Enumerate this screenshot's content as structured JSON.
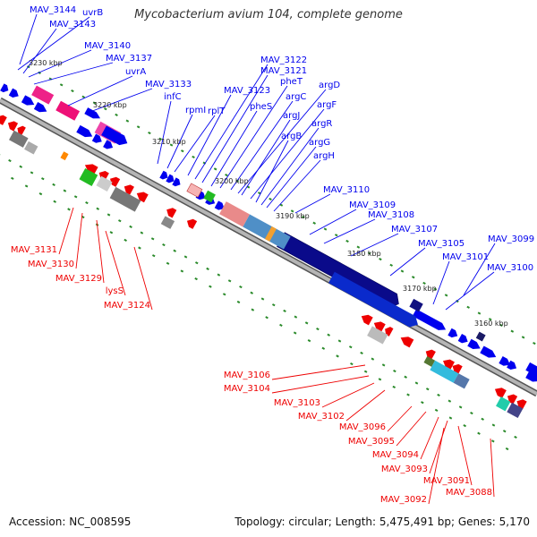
{
  "header": {
    "title": "Mycobacterium avium 104, complete genome"
  },
  "footer": {
    "accession": "Accession: NC_008595",
    "summary": "Topology: circular; Length: 5,475,491 bp; Genes: 5,170"
  },
  "colors": {
    "forward": "#0000ee",
    "reverse": "#ee0000",
    "backbone": "#999999",
    "gc_dots": "#2a8a2a"
  },
  "ticks": [
    "3230 kbp",
    "3220 kbp",
    "3210 kbp",
    "3200 kbp",
    "3190 kbp",
    "3180 kbp",
    "3170 kbp",
    "3160 kbp"
  ],
  "forward_labels": [
    "MAV_3144",
    "uvrB",
    "MAV_3143",
    "MAV_3140",
    "MAV_3137",
    "uvrA",
    "MAV_3133",
    "infC",
    "rpmI",
    "rplT",
    "MAV_3123",
    "MAV_3122",
    "MAV_3121",
    "pheT",
    "pheS",
    "argC",
    "argD",
    "argJ",
    "argF",
    "argB",
    "argR",
    "argG",
    "argH",
    "MAV_3110",
    "MAV_3109",
    "MAV_3108",
    "MAV_3107",
    "MAV_3105",
    "MAV_3101",
    "MAV_3099",
    "MAV_3100"
  ],
  "reverse_labels": [
    "MAV_3131",
    "MAV_3130",
    "MAV_3129",
    "lysS",
    "MAV_3124",
    "MAV_3106",
    "MAV_3104",
    "MAV_3103",
    "MAV_3102",
    "MAV_3096",
    "MAV_3095",
    "MAV_3094",
    "MAV_3093",
    "MAV_3091",
    "MAV_3092",
    "MAV_3088"
  ]
}
